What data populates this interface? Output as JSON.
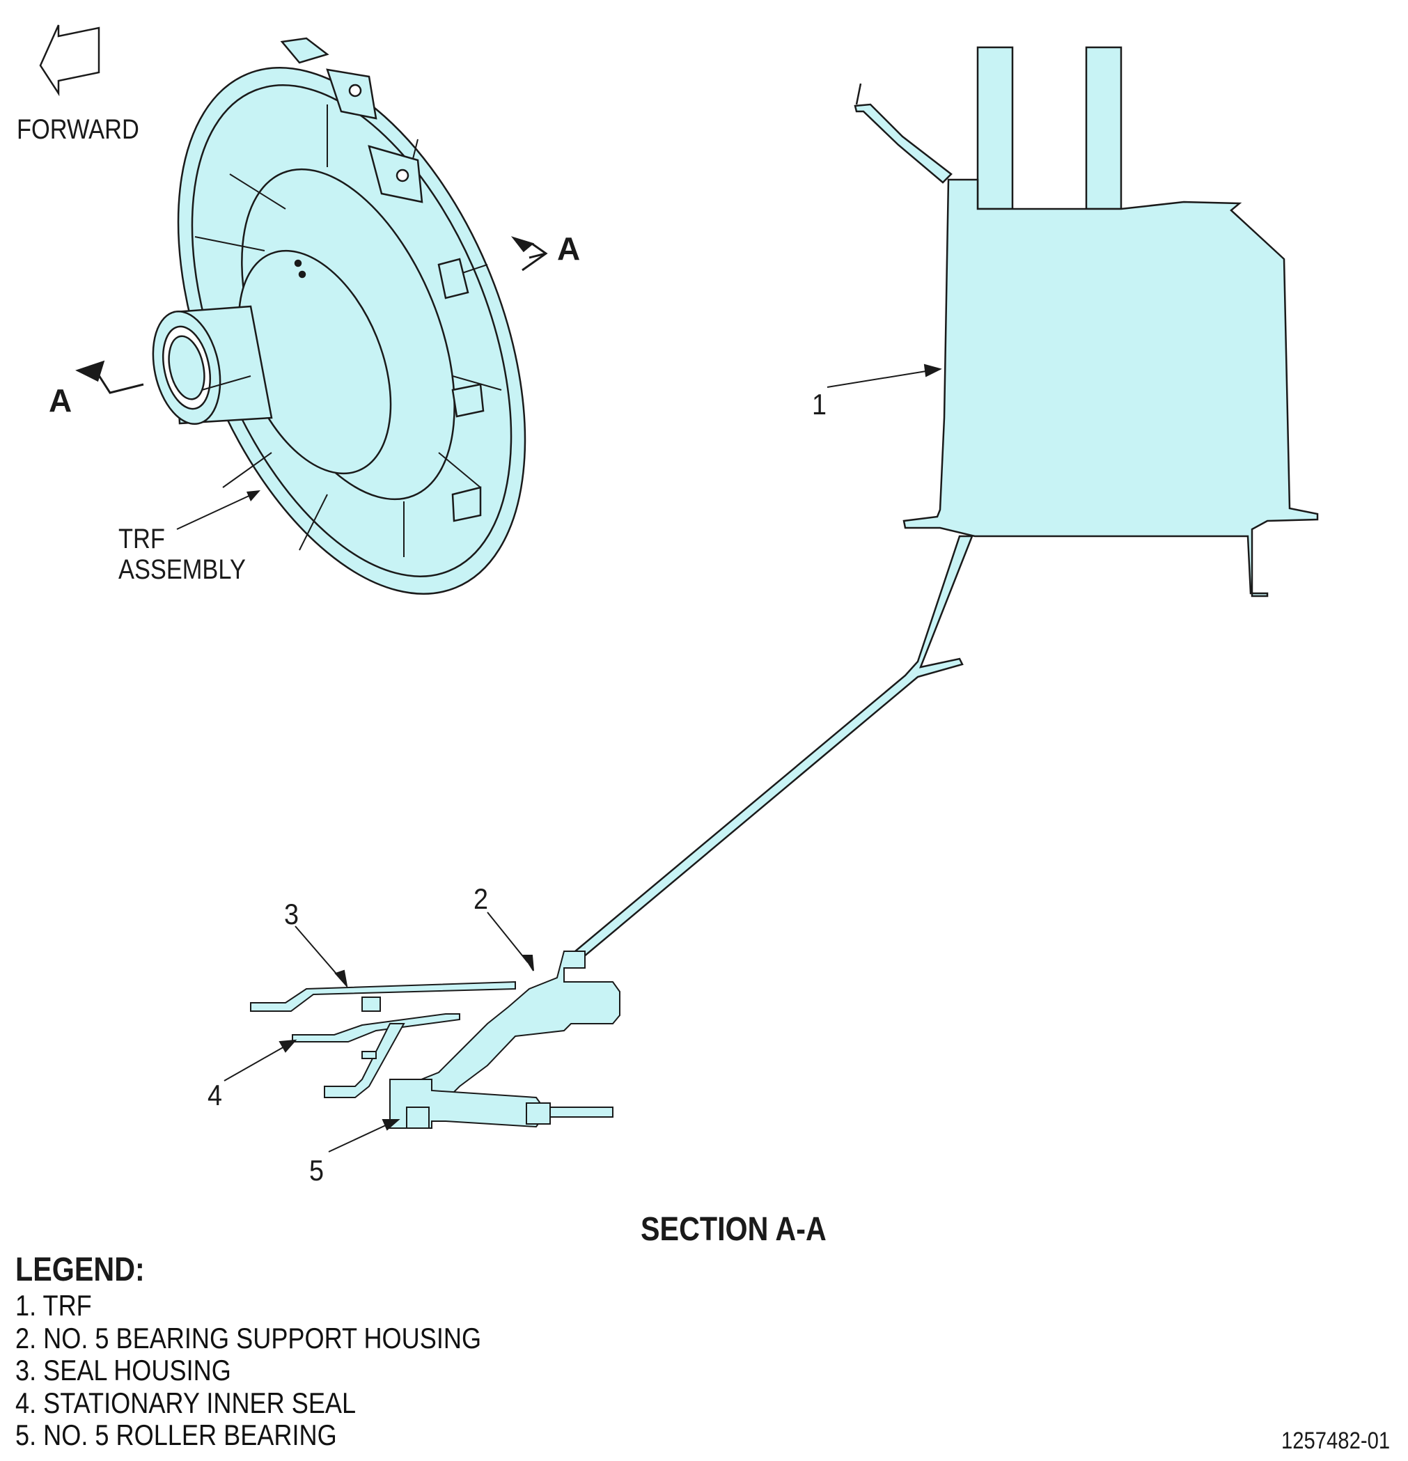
{
  "labels": {
    "forward": "FORWARD",
    "section_marker": "A",
    "trf_assembly": [
      "TRF",
      "ASSEMBLY"
    ],
    "callouts": [
      "1",
      "2",
      "3",
      "4",
      "5"
    ],
    "section_title": "SECTION A-A",
    "legend_title": "LEGEND:",
    "legend_items": [
      "1. TRF",
      "2. NO. 5 BEARING SUPPORT HOUSING",
      "3. SEAL HOUSING",
      "4. STATIONARY INNER SEAL",
      "5. NO. 5 ROLLER BEARING"
    ],
    "document_id": "1257482-01"
  },
  "colors": {
    "part_fill": "#c8f3f5",
    "line": "#1a1a1a",
    "background": "#ffffff"
  }
}
